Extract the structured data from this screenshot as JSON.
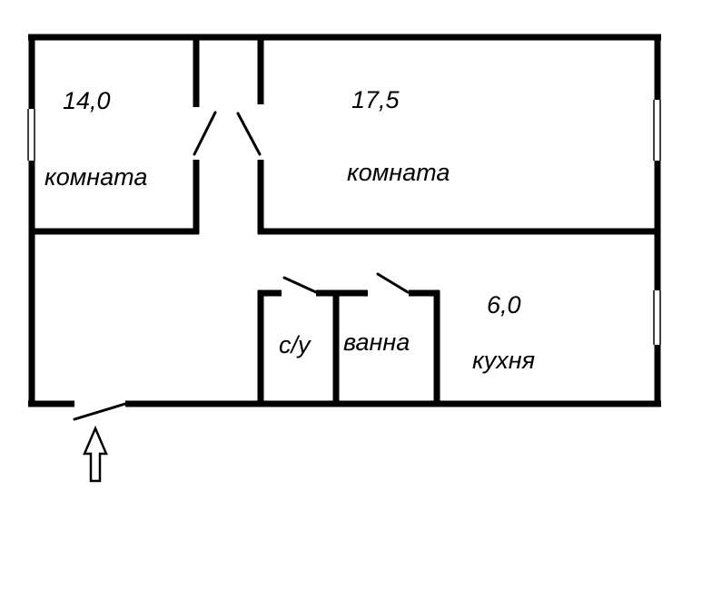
{
  "rooms": {
    "room1": {
      "area": "14,0",
      "name": "комната"
    },
    "room2": {
      "area": "17,5",
      "name": "комната"
    },
    "kitchen": {
      "area": "6,0",
      "name": "кухня"
    },
    "wc": {
      "name": "с/у"
    },
    "bath": {
      "name": "ванна"
    }
  },
  "icons": {
    "entrance": "up-arrow-icon"
  }
}
